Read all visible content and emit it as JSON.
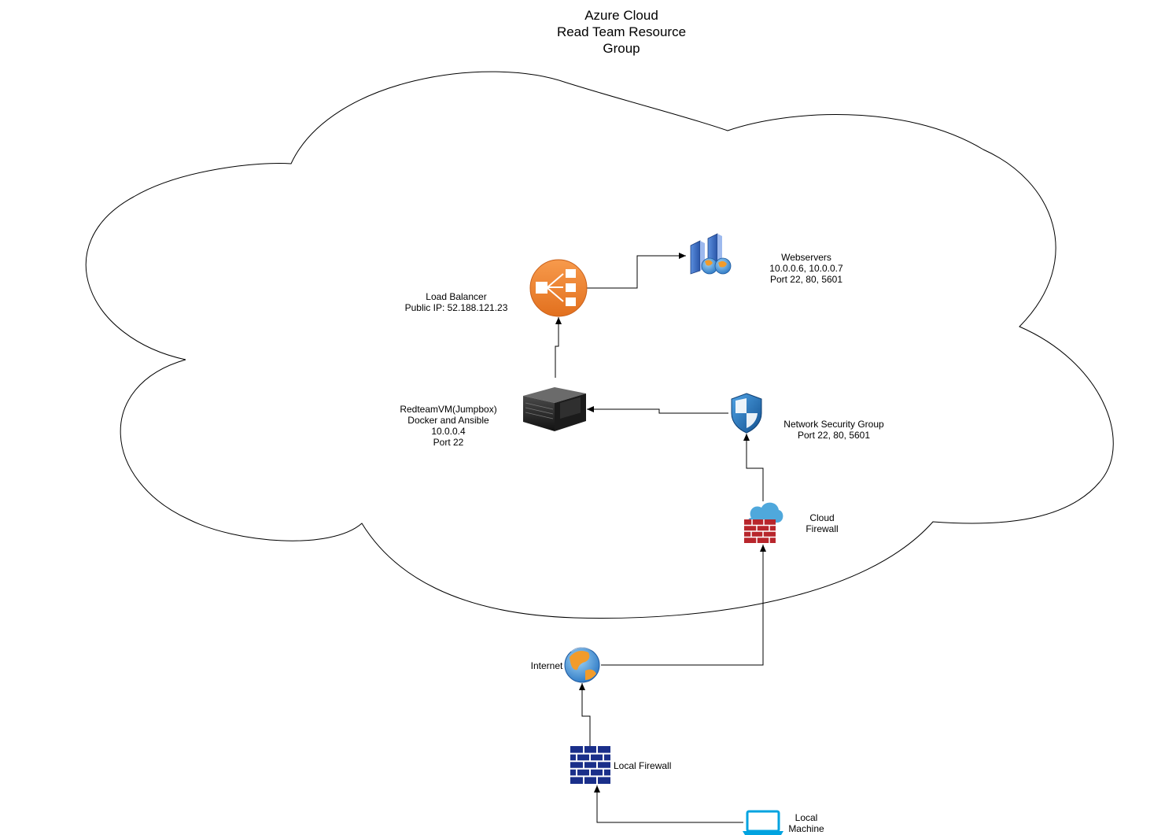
{
  "title": [
    "Azure Cloud",
    "Read Team Resource",
    "Group"
  ],
  "nodes": {
    "load_balancer": {
      "icon": "load-balancer-icon",
      "label": [
        "Load Balancer",
        "Public IP: 52.188.121.23"
      ]
    },
    "webservers": {
      "icon": "web-server-icon",
      "label": [
        "Webservers",
        "10.0.0.6, 10.0.0.7",
        "Port 22, 80, 5601"
      ]
    },
    "jumpbox": {
      "icon": "server-rack-icon",
      "label": [
        "RedteamVM(Jumpbox)",
        "Docker and Ansible",
        "10.0.0.4",
        "Port 22"
      ]
    },
    "nsg": {
      "icon": "shield-icon",
      "label": [
        "Network Security Group",
        "Port 22, 80, 5601"
      ]
    },
    "cloud_firewall": {
      "icon": "cloud-firewall-icon",
      "label": [
        "Cloud",
        "Firewall"
      ]
    },
    "internet": {
      "icon": "globe-icon",
      "label": [
        "Internet"
      ]
    },
    "local_firewall": {
      "icon": "brick-wall-icon",
      "label": [
        "Local Firewall"
      ]
    },
    "local_machine": {
      "icon": "laptop-icon",
      "label": [
        "Local",
        "Machine"
      ]
    }
  },
  "colors": {
    "load_balancer": "#F58534",
    "firewall_local": "#1A2F8A",
    "firewall_cloud": "#B8262C",
    "cloud_accent": "#4FA8DC",
    "shield": "#1E6FB8",
    "laptop": "#00A3E0",
    "server_dark": "#222222"
  }
}
